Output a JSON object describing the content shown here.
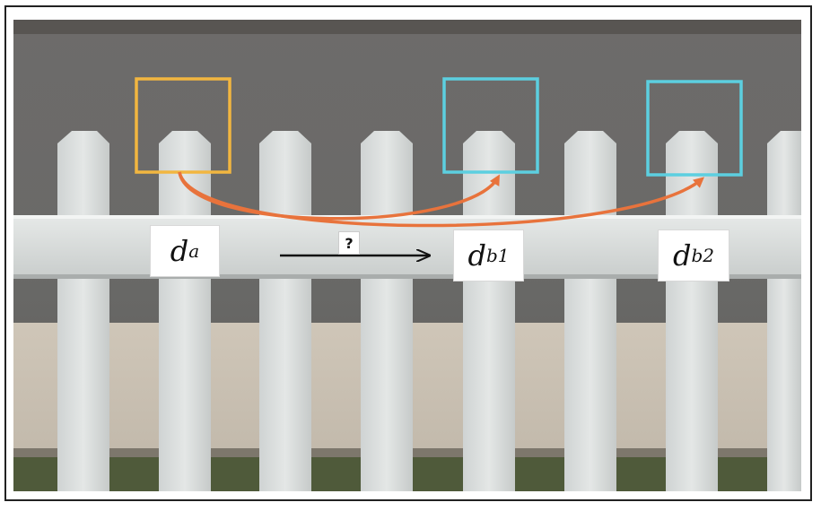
{
  "labels": {
    "a": {
      "base": "d",
      "sub": "a"
    },
    "b1": {
      "base": "d",
      "sub": "b1"
    },
    "b2": {
      "base": "d",
      "sub": "b2"
    }
  },
  "arrow_question": "?",
  "colors": {
    "source_box": "#f2b640",
    "target_box": "#5ccfe0",
    "curve": "#e8733c",
    "arrow": "#111111"
  }
}
